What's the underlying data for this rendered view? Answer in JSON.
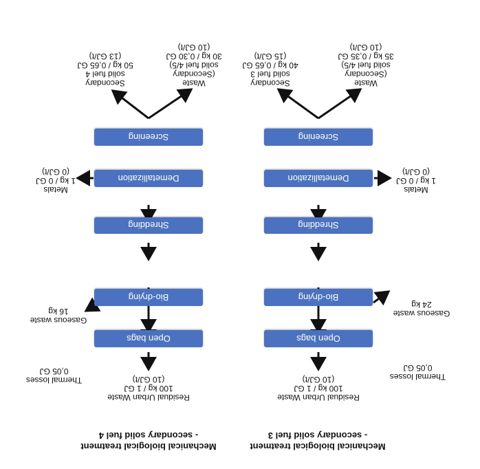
{
  "diagram_a": {
    "title": [
      "Mechanical biological treatment",
      "- secondary solid fuel 4"
    ],
    "input": [
      "Residual Urban Waste",
      "100 kg / 1 GJ",
      "(10 GJ/t)"
    ],
    "thermal": [
      "Thermal losses",
      "0,05 GJ"
    ],
    "gaseous": [
      "Gaseous waste",
      "16 kg"
    ],
    "metals": [
      "Metals",
      "1 kg / 0 GJ",
      "(0 GJ/t)"
    ],
    "ssf": [
      "Secondary",
      "solid fuel 4",
      "50 kg / 0,65 GJ",
      "(13 GJ/t)"
    ],
    "waste": [
      "Waste",
      "(Secondary",
      "solid fuel 4/5)",
      "30 kg / 0,30 GJ",
      "(10 GJ/t)"
    ],
    "steps": {
      "open_bags": "Open bags",
      "bio_drying": "Bio-drying",
      "shredding": "Shredding",
      "demetallization": "Demetallization",
      "screening": "Screening"
    }
  },
  "diagram_b": {
    "title": [
      "Mechanical biological treatment",
      "- secondary solid fuel 3"
    ],
    "input": [
      "Residual Urban Waste",
      "100 kg / 1 GJ",
      "(10 GJ/t)"
    ],
    "thermal": [
      "Thermal losses",
      "0,05 GJ"
    ],
    "gaseous": [
      "Gaseous waste",
      "24 kg"
    ],
    "metals": [
      "Metals",
      "1 kg / 0 GJ",
      "(0 GJ/t)"
    ],
    "ssf": [
      "Secondary",
      "solid fuel 3",
      "40 kg / 0,65 GJ",
      "(15 GJ/t)"
    ],
    "waste": [
      "Waste",
      "(Secondary",
      "solid fuel 4/5)",
      "35 kg / 0,35 GJ",
      "(10 GJ/t)"
    ],
    "steps": {
      "open_bags": "Open bags",
      "bio_drying": "Bio-drying",
      "shredding": "Shredding",
      "demetallization": "Demetallization",
      "screening": "Screening"
    }
  },
  "colors": {
    "box": "#4b72c1",
    "box_text": "#ffffff",
    "arrow": "#111111"
  }
}
